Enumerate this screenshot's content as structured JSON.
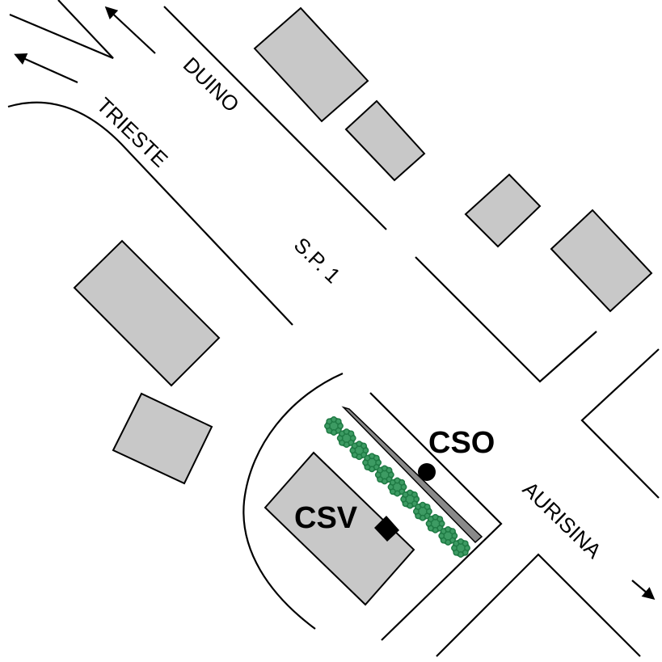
{
  "roads": {
    "duino": "DUINO",
    "trieste": "TRIESTE",
    "sp1": "S.P. 1",
    "aurisina": "AURISINA"
  },
  "sites": {
    "cso": "CSO",
    "csv": "CSV"
  },
  "icons": {
    "direction": "arrow-icon",
    "shrub": "shrub-icon",
    "cso_marker": "circle-marker-icon",
    "csv_marker": "square-marker-icon"
  },
  "colors": {
    "building": "#c8c8c8",
    "hedge": "#3d9b63",
    "barrier": "#8a8a8a",
    "line": "#000000"
  }
}
